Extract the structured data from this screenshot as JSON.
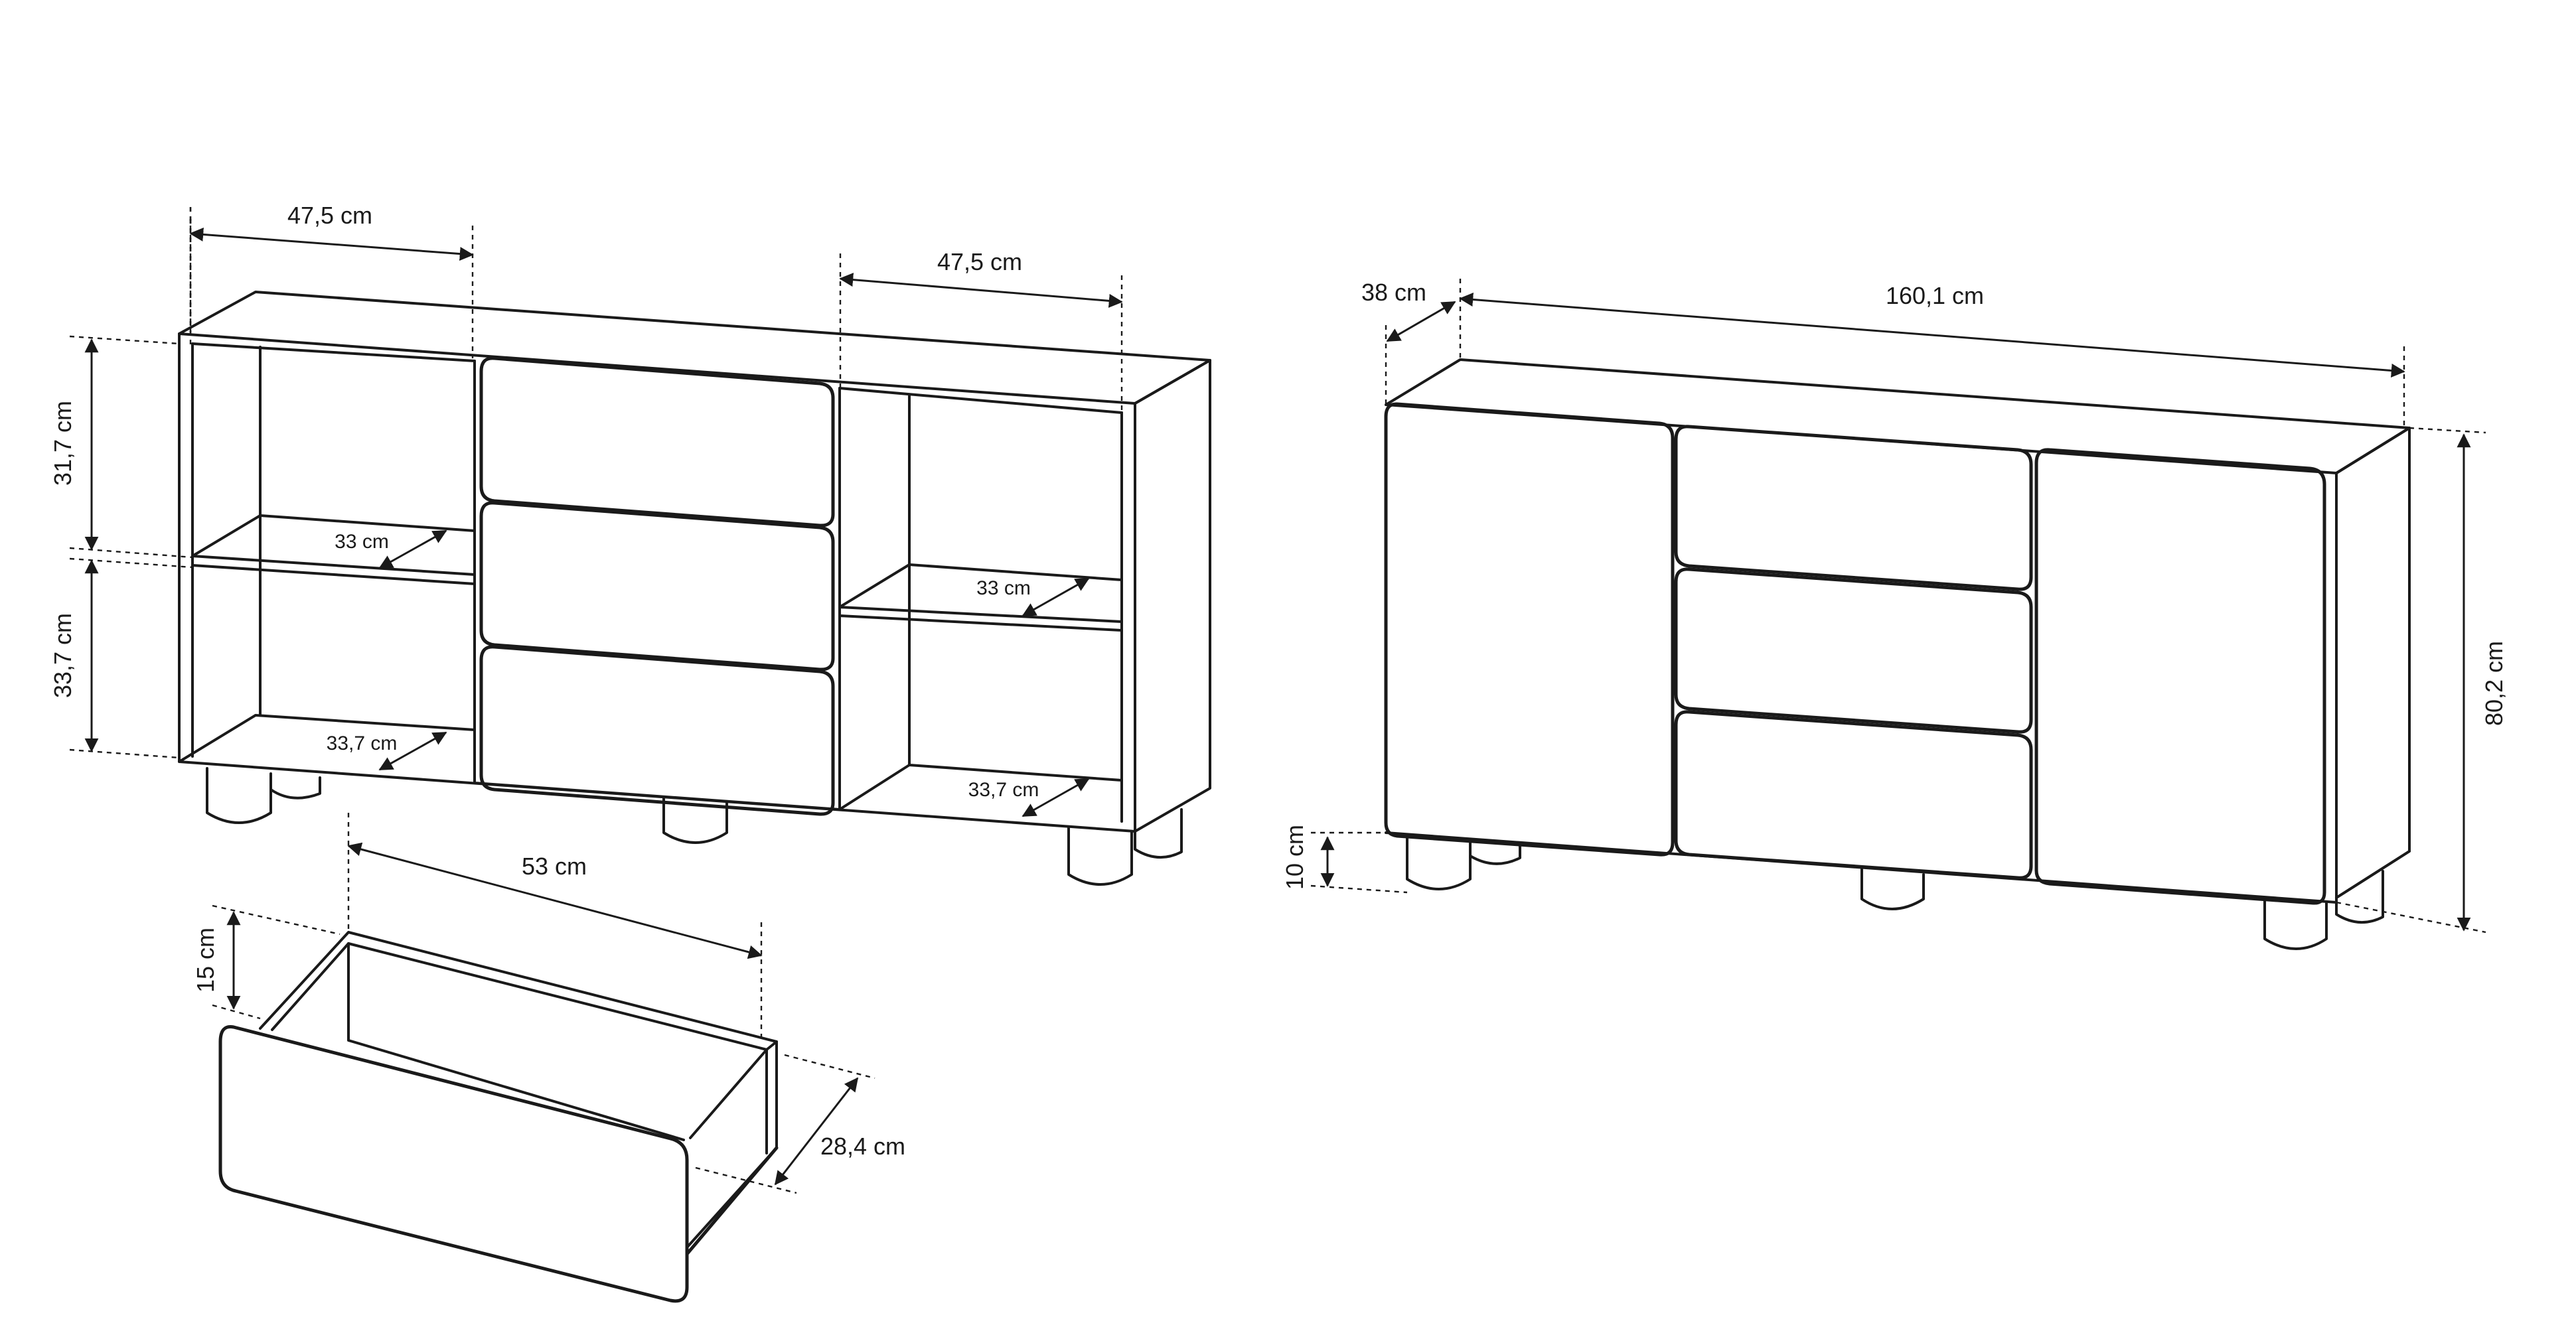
{
  "labels": {
    "open_shelf_width_left": "47,5 cm",
    "open_shelf_width_right": "47,5 cm",
    "upper_compartment_height": "31,7 cm",
    "lower_compartment_height": "33,7 cm",
    "upper_left_depth": "33 cm",
    "lower_left_depth": "33,7 cm",
    "upper_right_depth": "33 cm",
    "lower_right_depth": "33,7 cm",
    "drawer_width": "53 cm",
    "drawer_height": "15 cm",
    "drawer_depth": "28,4 cm",
    "cabinet_depth": "38 cm",
    "cabinet_width": "160,1 cm",
    "cabinet_height": "80,2 cm",
    "leg_height": "10 cm"
  },
  "colors": {
    "line": "#1a1a1a",
    "background": "#ffffff"
  }
}
